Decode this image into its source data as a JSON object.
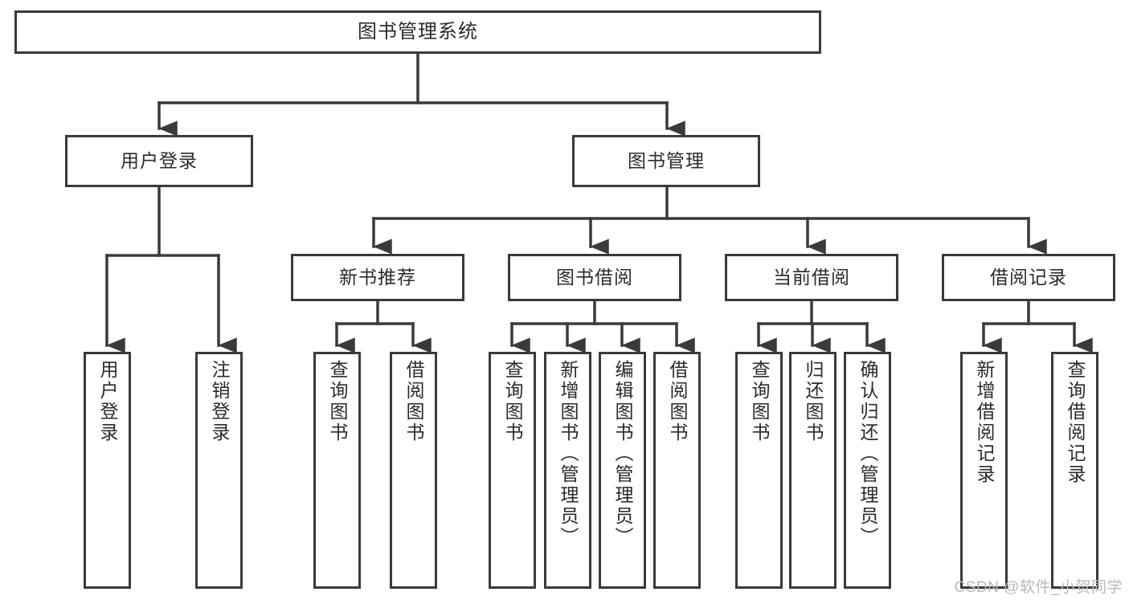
{
  "diagram": {
    "title": "图书管理系统",
    "watermark": "CSDN @软件_小贺同学",
    "line_color": "#3a3a3a",
    "background_color": "#ffffff",
    "text_color": "#2b2b2b",
    "type": "tree-hierarchy",
    "root": {
      "label": "图书管理系统"
    },
    "level2": [
      {
        "label": "用户登录"
      },
      {
        "label": "图书管理"
      }
    ],
    "level3": [
      {
        "label": "新书推荐"
      },
      {
        "label": "图书借阅"
      },
      {
        "label": "当前借阅"
      },
      {
        "label": "借阅记录"
      }
    ],
    "leaves": {
      "user_login": [
        {
          "label": "用户登录"
        },
        {
          "label": "注销登录"
        }
      ],
      "new_book_recommend": [
        {
          "label": "查询图书"
        },
        {
          "label": "借阅图书"
        }
      ],
      "book_borrow": [
        {
          "label": "查询图书"
        },
        {
          "label": "新增图书（管理员）"
        },
        {
          "label": "编辑图书（管理员）"
        },
        {
          "label": "借阅图书"
        }
      ],
      "current_borrow": [
        {
          "label": "查询图书"
        },
        {
          "label": "归还图书"
        },
        {
          "label": "确认归还（管理员）"
        }
      ],
      "borrow_record": [
        {
          "label": "新增借阅记录"
        },
        {
          "label": "查询借阅记录"
        }
      ]
    }
  }
}
